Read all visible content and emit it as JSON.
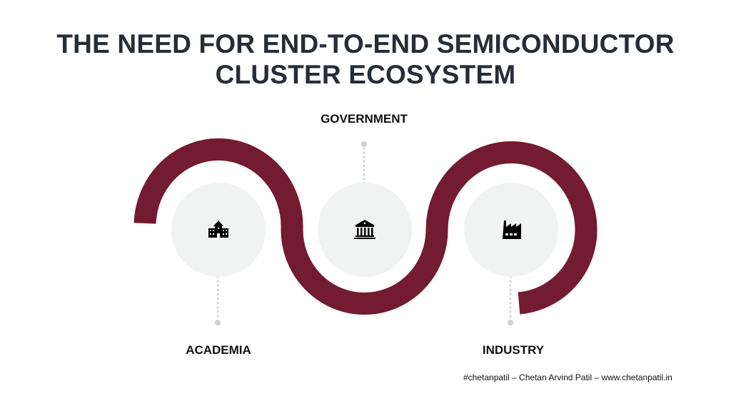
{
  "title": {
    "line1": "THE NEED FOR END-TO-END SEMICONDUCTOR",
    "line2": "CLUSTER ECOSYSTEM"
  },
  "nodes": [
    {
      "label": "ACADEMIA",
      "icon": "school-icon"
    },
    {
      "label": "GOVERNMENT",
      "icon": "government-building-icon"
    },
    {
      "label": "INDUSTRY",
      "icon": "factory-icon"
    }
  ],
  "footer": "#chetanpatil – Chetan Arvind Patil – www.chetanpatil.in",
  "colors": {
    "wave": "#731b30",
    "circle": "#f1f2f2",
    "dots": "#cfcfcf",
    "title": "#262d36"
  }
}
